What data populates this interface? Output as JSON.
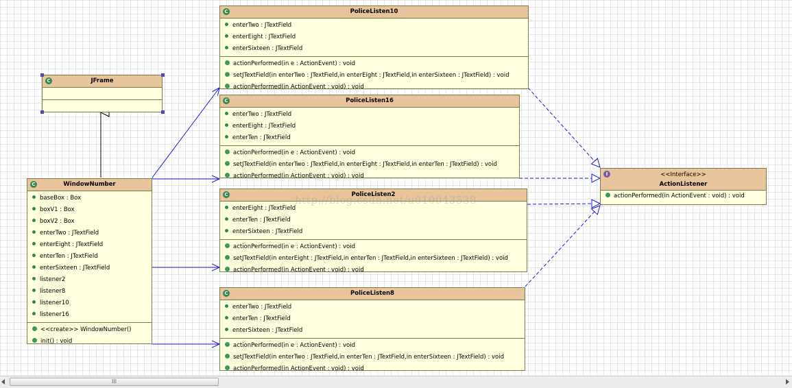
{
  "watermark": "http://blog.csdn.net/u010043538",
  "scrollbar": {
    "grip": "III"
  },
  "colors": {
    "header": "#e8c49c",
    "body": "#ffffe0",
    "link": "#1a1ad6"
  },
  "icons": {
    "class": "class-icon",
    "interface": "interface-icon",
    "attribute": "attribute-dot-icon",
    "operation": "operation-dot-icon"
  },
  "classes": {
    "jframe": {
      "name": "JFrame",
      "icon_letter": "C"
    },
    "window_number": {
      "name": "WindowNumber",
      "icon_letter": "C",
      "attributes": [
        "baseBox : Box",
        "boxV1 : Box",
        "boxV2 : Box",
        "enterTwo : JTextField",
        "enterEight : JTextField",
        "enterTen : JTextField",
        "enterSixteen : JTextField",
        "listener2",
        "listener8",
        "listener10",
        "listener16"
      ],
      "operations": [
        "<<create>> WindowNumber()",
        "init() : void"
      ]
    },
    "police_listen10": {
      "name": "PoliceListen10",
      "icon_letter": "C",
      "attributes": [
        "enterTwo : JTextField",
        "enterEight : JTextField",
        "enterSixteen : JTextField"
      ],
      "operations": [
        "actionPerformed(in e : ActionEvent) : void",
        "setJTextField(in enterTwo : JTextField,in enterEight : JTextField,in enterSixteen : JTextField) : void",
        "actionPerformed(in ActionEvent : void) : void"
      ]
    },
    "police_listen16": {
      "name": "PoliceListen16",
      "icon_letter": "C",
      "attributes": [
        "enterTwo : JTextField",
        "enterEight : JTextField",
        "enterTen : JTextField"
      ],
      "operations": [
        "actionPerformed(in e : ActionEvent) : void",
        "setJTextField(in enterTwo : JTextField,in enterEight : JTextField,in enterTen : JTextField) : void",
        "actionPerformed(in ActionEvent : void) : void"
      ]
    },
    "police_listen2": {
      "name": "PoliceListen2",
      "icon_letter": "C",
      "attributes": [
        "enterEight : JTextField",
        "enterTen : JTextField",
        "enterSixteen : JTextField"
      ],
      "operations": [
        "actionPerformed(in e : ActionEvent) : void",
        "setJTextField(in enterEight : JTextField,in enterTen : JTextField,in enterSixteen : JTextField) : void",
        "actionPerformed(in ActionEvent : void) : void"
      ]
    },
    "police_listen8": {
      "name": "PoliceListen8",
      "icon_letter": "C",
      "attributes": [
        "enterTwo : JTextField",
        "enterTen : JTextField",
        "enterSixteen : JTextField"
      ],
      "operations": [
        "actionPerformed(in e : ActionEvent) : void",
        "setJTextField(in enterTwo : JTextField,in enterTen : JTextField,in enterSixteen : JTextField) : void",
        "actionPerformed(in ActionEvent : void) : void"
      ]
    },
    "action_listener": {
      "stereotype": "<<Interface>>",
      "name": "ActionListener",
      "icon_letter": "I",
      "operations": [
        "actionPerformed(in ActionEvent : void) : void"
      ]
    }
  }
}
